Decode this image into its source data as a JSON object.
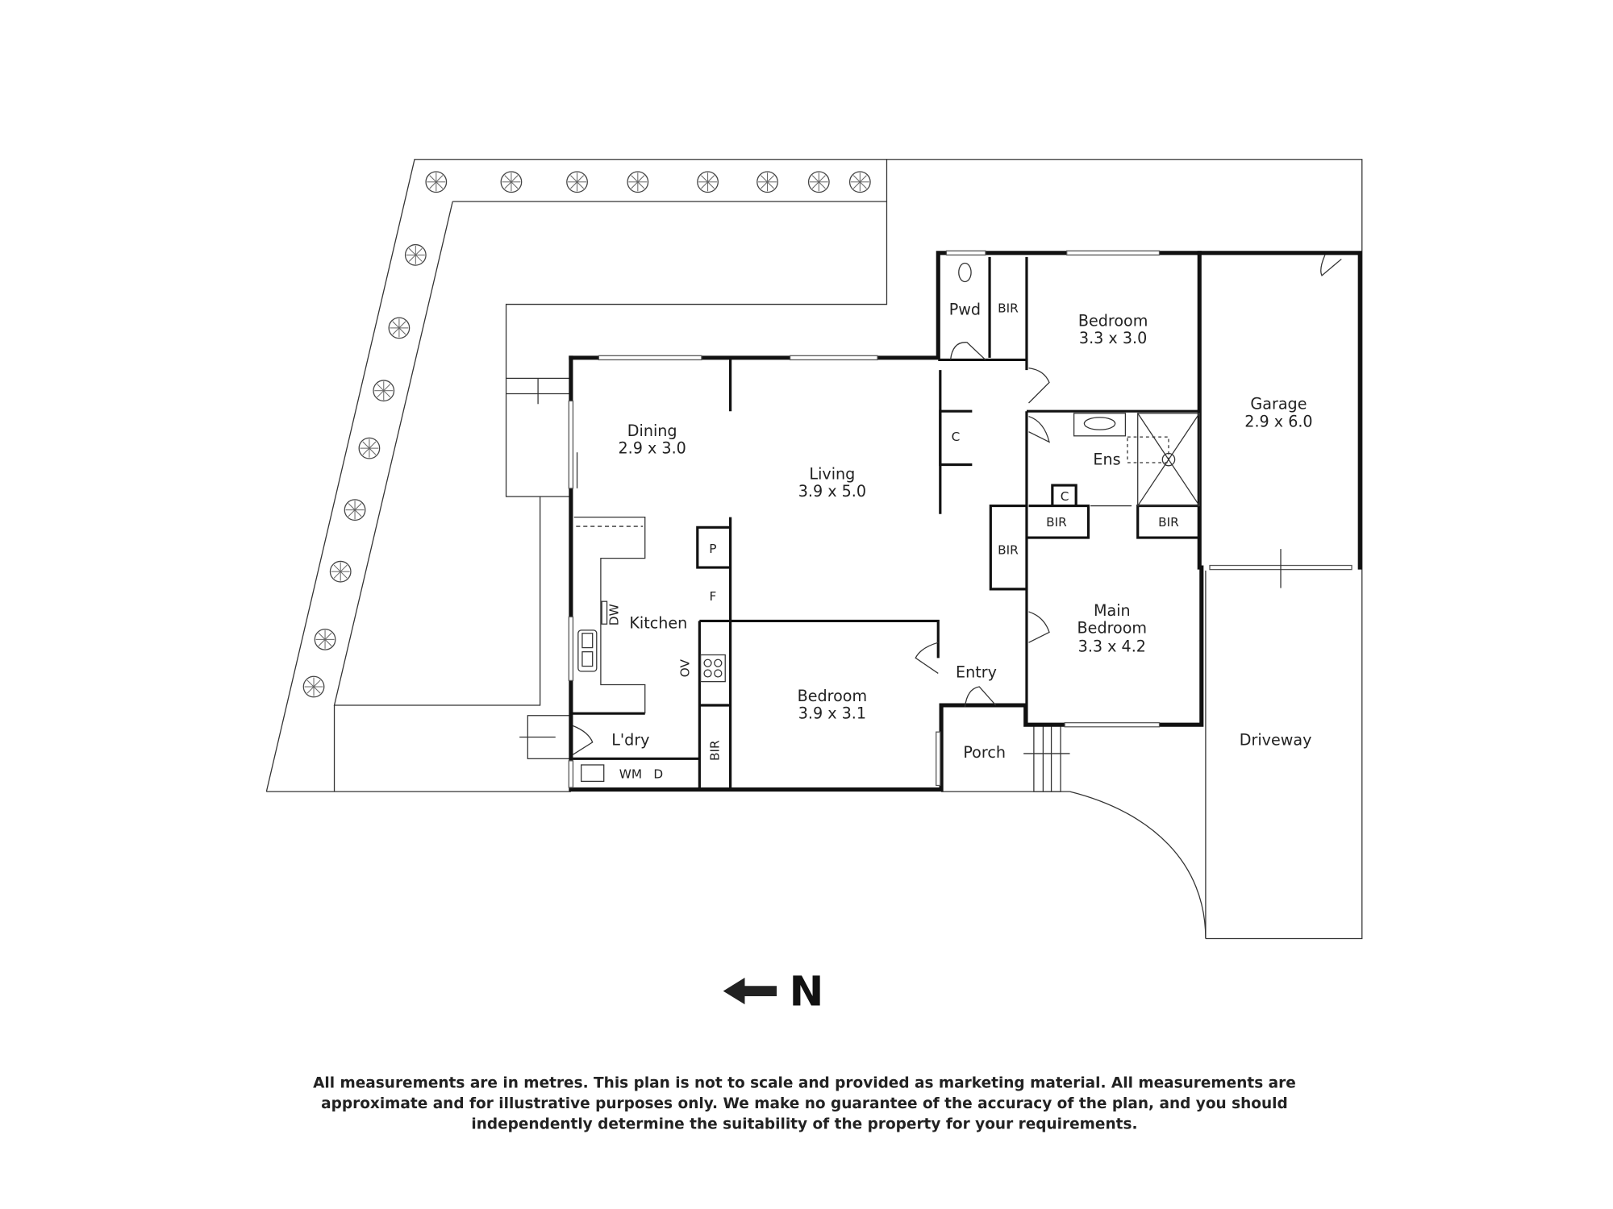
{
  "rooms": {
    "dining": {
      "name": "Dining",
      "size": "2.9 x 3.0"
    },
    "living": {
      "name": "Living",
      "size": "3.9 x 5.0"
    },
    "kitchen": {
      "name": "Kitchen"
    },
    "bedroom_front": {
      "name": "Bedroom",
      "size": "3.9 x 3.1"
    },
    "bedroom_rear": {
      "name": "Bedroom",
      "size": "3.3 x 3.0"
    },
    "main_bedroom": {
      "name_line1": "Main",
      "name_line2": "Bedroom",
      "size": "3.3 x 4.2"
    },
    "garage": {
      "name": "Garage",
      "size": "2.9 x 6.0"
    },
    "pwd": "Pwd",
    "ens": "Ens",
    "entry": "Entry",
    "porch": "Porch",
    "laundry": "L'dry",
    "driveway": "Driveway"
  },
  "fixtures": {
    "bir": "BIR",
    "cupboard": "C",
    "pantry": "P",
    "fridge": "F",
    "dishwasher": "DW",
    "oven": "OV",
    "washing_machine": "WM",
    "dryer": "D"
  },
  "compass": {
    "label": "N",
    "direction": "left"
  },
  "disclaimer": [
    "All measurements are in metres. This plan is not to scale and provided as marketing material. All measurements are",
    "approximate and for illustrative purposes only. We make no guarantee of the accuracy of the plan, and you should",
    "independently determine the suitability of the property for your requirements."
  ]
}
